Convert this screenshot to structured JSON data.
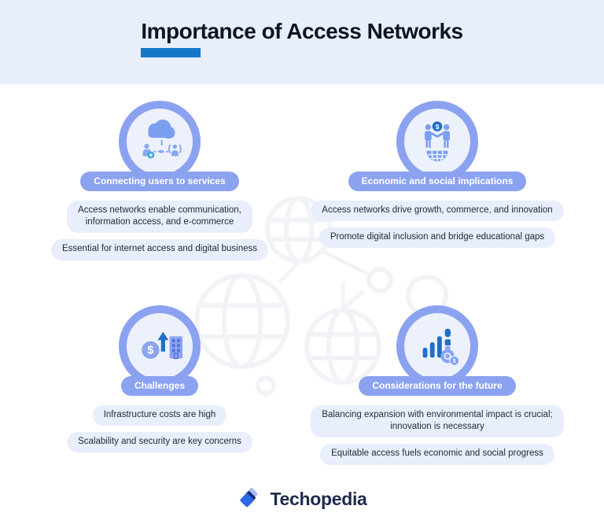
{
  "header": {
    "title": "Importance of Access Networks"
  },
  "sections": [
    {
      "label": "Connecting users to services",
      "icon": "cloud-users-icon",
      "bubbles": [
        "Access networks enable communication,\ninformation access, and e-commerce",
        "Essential for internet access and digital business"
      ]
    },
    {
      "label": "Economic and social implications",
      "icon": "handshake-globe-icon",
      "bubbles": [
        "Access networks drive growth, commerce, and innovation",
        "Promote digital inclusion and bridge educational gaps"
      ]
    },
    {
      "label": "Challenges",
      "icon": "cost-growth-building-icon",
      "bubbles": [
        "Infrastructure costs are high",
        "Scalability and security are key concerns"
      ]
    },
    {
      "label": "Considerations for the future",
      "icon": "chart-growth-icon",
      "bubbles": [
        "Balancing expansion with environmental impact is crucial;\ninnovation is necessary",
        "Equitable access fuels economic and social progress"
      ]
    }
  ],
  "footer": {
    "brand": "Techopedia"
  },
  "colors": {
    "accent_blue": "#1478C9",
    "header_bg": "#E9EFFA",
    "periwinkle": "#8BA2F0",
    "bubble_bg": "#E8EEFB",
    "icon_medium_blue": "#7C9EF1",
    "icon_dark_blue": "#1E6FC6",
    "brand_navy": "#1E2B4D",
    "watermark_gray": "#F1F3F7"
  }
}
